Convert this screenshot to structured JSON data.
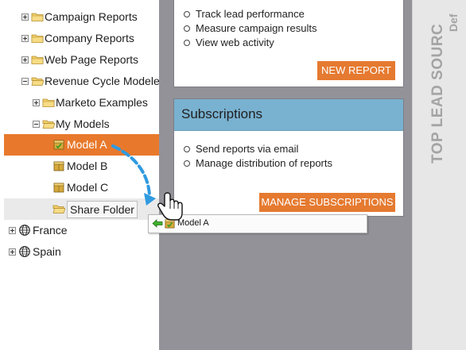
{
  "tree": {
    "items": [
      {
        "label": "Campaign Reports",
        "expander": "plus"
      },
      {
        "label": "Company Reports",
        "expander": "plus"
      },
      {
        "label": "Web Page Reports",
        "expander": "plus"
      },
      {
        "label": "Revenue Cycle Modeler",
        "expander": "minus"
      },
      {
        "label": "Marketo Examples",
        "expander": "plus"
      },
      {
        "label": "My Models",
        "expander": "minus"
      },
      {
        "label": "Model A",
        "state": "selected"
      },
      {
        "label": "Model B"
      },
      {
        "label": "Model C"
      },
      {
        "label": "Share Folder",
        "state": "drop-target"
      },
      {
        "label": "France",
        "expander": "plus"
      },
      {
        "label": "Spain",
        "expander": "plus"
      }
    ]
  },
  "reports_card": {
    "bullets": [
      "Track lead performance",
      "Measure campaign results",
      "View web activity"
    ],
    "button_label": "NEW REPORT"
  },
  "subscriptions_card": {
    "title": "Subscriptions",
    "bullets": [
      "Send reports via email",
      "Manage distribution of reports"
    ],
    "button_label": "MANAGE SUBSCRIPTIONS"
  },
  "right_panel": {
    "vertical_title": "TOP LEAD SOURC",
    "vertical_subtitle": "Def"
  },
  "drag_tooltip": {
    "label": "Model A",
    "icons": [
      "green-arrow-icon",
      "model-icon"
    ]
  },
  "icons": {
    "folder": "folder-icon",
    "model": "model-icon",
    "globe": "globe-icon",
    "cursor": "hand-cursor-icon"
  },
  "colors": {
    "accent_orange": "#e8792c",
    "header_blue": "#79b1d0",
    "panel_gray": "#939299",
    "drag_arrow": "#2f9ae0"
  }
}
